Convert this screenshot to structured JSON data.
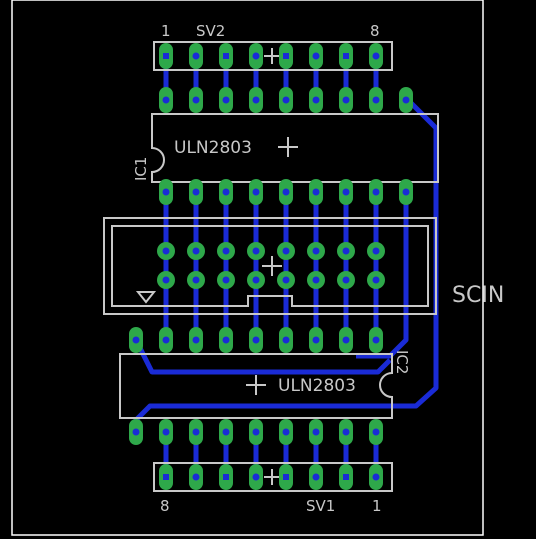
{
  "board": {
    "label_scin": "SCIN",
    "colors": {
      "background": "#000000",
      "outline": "#ffffff",
      "silkscreen": "#c8c8c8",
      "pad": "#2ea84a",
      "trace": "#1a2bd6",
      "drill": "#1a2bd6"
    }
  },
  "sv2": {
    "name": "SV2",
    "pin_first": "1",
    "pin_last": "8"
  },
  "sv1": {
    "name": "SV1",
    "pin_first": "8",
    "pin_last": "1"
  },
  "ic1": {
    "ref": "IC1",
    "value": "ULN2803"
  },
  "ic2": {
    "ref": "IC2",
    "value": "ULN2803"
  }
}
